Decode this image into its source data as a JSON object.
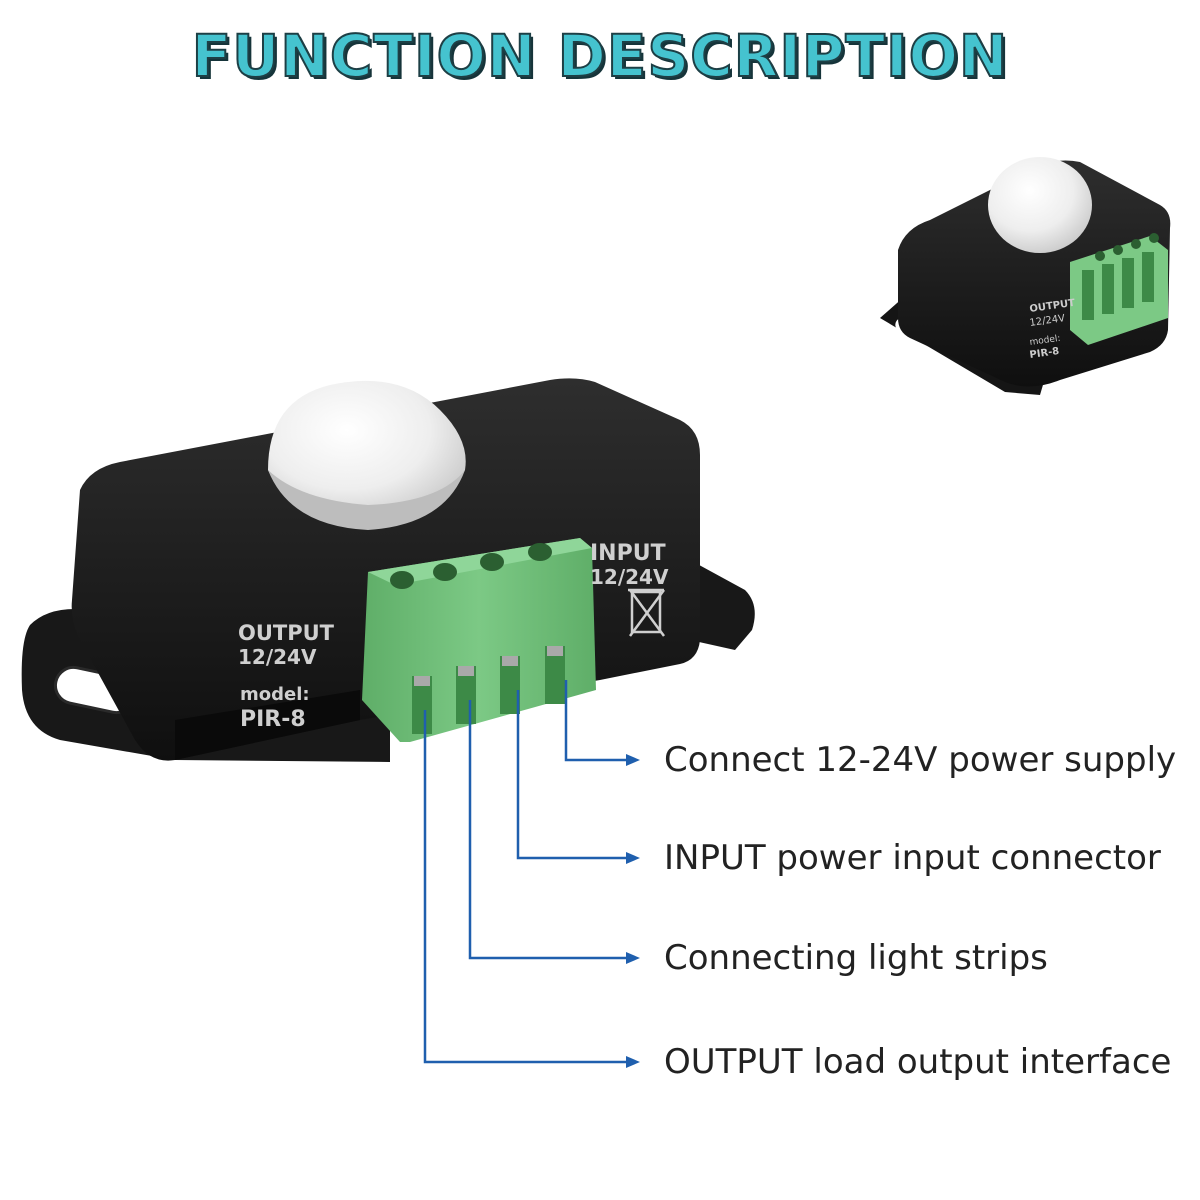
{
  "title": "FUNCTION DESCRIPTION",
  "device": {
    "output_label": "OUTPUT",
    "output_voltage": "12/24V",
    "model_label": "model:",
    "model_value": "PIR-8",
    "input_label": "INPUT",
    "input_voltage": "12/24V"
  },
  "callouts": [
    "Connect 12-24V power supply",
    "INPUT power input connector",
    "Connecting light strips",
    "OUTPUT load output interface"
  ],
  "colors": {
    "title": "#45c3cf",
    "title_outline": "#1d3f45",
    "leader_lines": "#1f5fae",
    "terminal_green": "#6fbf79",
    "body": "#1c1c1c"
  }
}
